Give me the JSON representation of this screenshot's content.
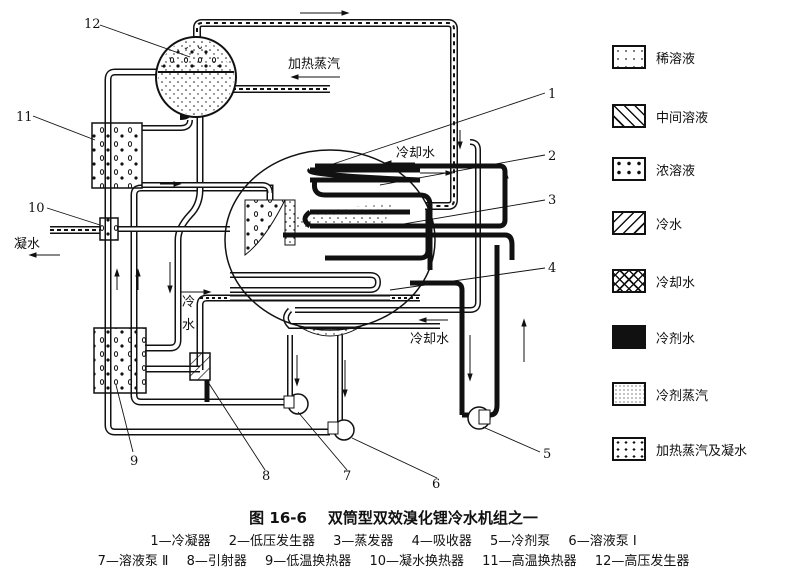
{
  "figure": {
    "number": "图 16-6",
    "title": "双筒型双效溴化锂冷水机组之一"
  },
  "diagram_labels": {
    "heating_steam": "加热蒸汽",
    "cooling_water_top": "冷却水",
    "cooling_water_bottom": "冷却水",
    "chilled_water_1": "冷",
    "chilled_water_2": "水",
    "condensate": "凝水"
  },
  "callouts": [
    "1",
    "2",
    "3",
    "4",
    "5",
    "6",
    "7",
    "8",
    "9",
    "10",
    "11",
    "12"
  ],
  "components": [
    {
      "num": "1",
      "name": "冷凝器",
      "text": "1—冷凝器"
    },
    {
      "num": "2",
      "name": "低压发生器",
      "text": "2—低压发生器"
    },
    {
      "num": "3",
      "name": "蒸发器",
      "text": "3—蒸发器"
    },
    {
      "num": "4",
      "name": "吸收器",
      "text": "4—吸收器"
    },
    {
      "num": "5",
      "name": "冷剂泵",
      "text": "5—冷剂泵"
    },
    {
      "num": "6",
      "name": "溶液泵 I",
      "text": "6—溶液泵 I"
    },
    {
      "num": "7",
      "name": "溶液泵 II",
      "text": "7—溶液泵 Ⅱ"
    },
    {
      "num": "8",
      "name": "引射器",
      "text": "8—引射器"
    },
    {
      "num": "9",
      "name": "低温换热器",
      "text": "9—低温换热器"
    },
    {
      "num": "10",
      "name": "凝水换热器",
      "text": "10—凝水换热器"
    },
    {
      "num": "11",
      "name": "高温换热器",
      "text": "11—高温换热器"
    },
    {
      "num": "12",
      "name": "高压发生器",
      "text": "12—高压发生器"
    }
  ],
  "legend": [
    {
      "label": "稀溶液",
      "pattern": "sparse-dots"
    },
    {
      "label": "中间溶液",
      "pattern": "back-hatch"
    },
    {
      "label": "浓溶液",
      "pattern": "circles"
    },
    {
      "label": "冷水",
      "pattern": "forward-hatch"
    },
    {
      "label": "冷却水",
      "pattern": "crosshatch"
    },
    {
      "label": "冷剂水",
      "pattern": "solid-black"
    },
    {
      "label": "冷剂蒸汽",
      "pattern": "fine-dots"
    },
    {
      "label": "加热蒸汽及凝水",
      "pattern": "triangles"
    }
  ],
  "colors": {
    "ink": "#111111",
    "paper": "#ffffff"
  }
}
